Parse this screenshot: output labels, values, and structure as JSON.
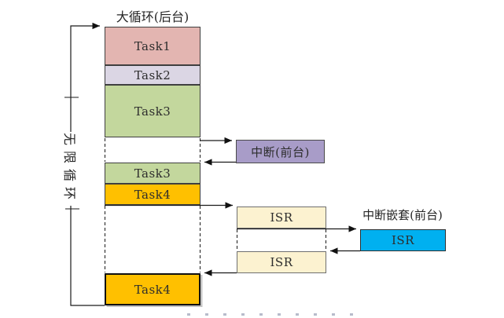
{
  "labels": {
    "title": "大循环(后台)",
    "loop": "无限循环",
    "task1": "Task1",
    "task2": "Task2",
    "task3_a": "Task3",
    "task3_b": "Task3",
    "task4_a": "Task4",
    "task4_b": "Task4",
    "interrupt": "中断(前台)",
    "isr_a": "ISR",
    "isr_b": "ISR",
    "nested_title": "中断嵌套(前台)",
    "nested_isr": "ISR"
  },
  "colors": {
    "task1": "#e3b5b1",
    "task2": "#dbd6e4",
    "task3": "#c3d79d",
    "task4": "#ffc000",
    "interrupt": "#a89cc8",
    "isr": "#fcf2d0",
    "nested_isr": "#00b0f0",
    "line": "#1a1a1a"
  }
}
